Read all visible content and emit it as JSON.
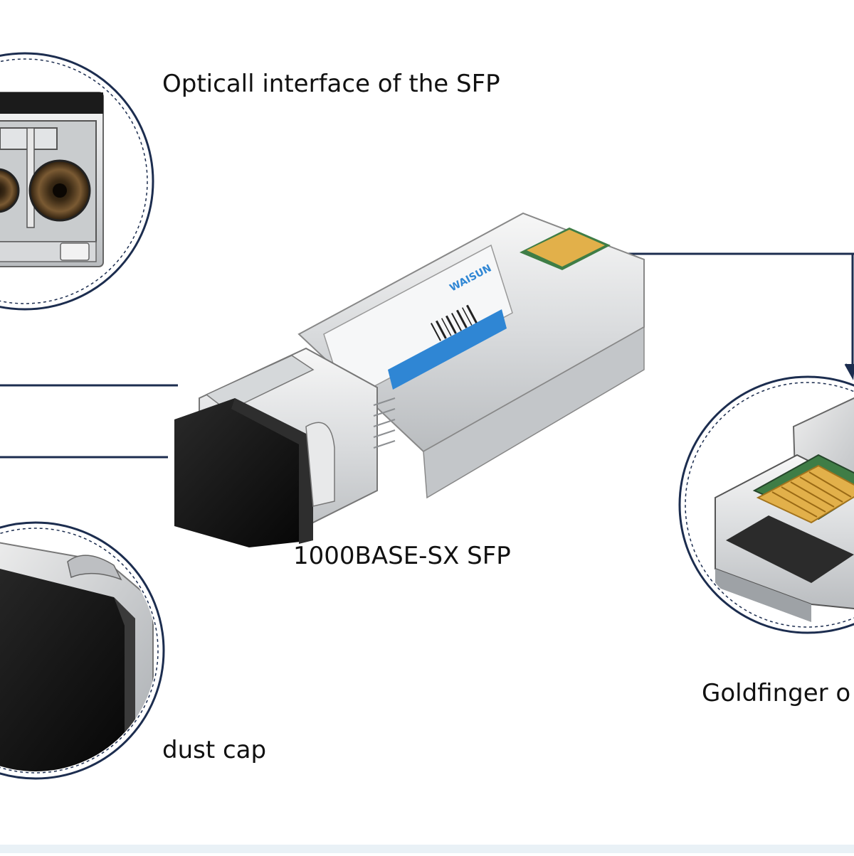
{
  "labels": {
    "optical_interface": "Opticall interface of the SFP",
    "center_module": "1000BASE-SX SFP",
    "goldfinger": "Goldfinger o",
    "dust_cap": "dust cap"
  },
  "module_brand": "WAISUN",
  "colors": {
    "connector_line": "#1c2d4f",
    "circle_outline": "#1c2d4f",
    "label_accent": "#2f86d4",
    "goldfinger": "#e2b04a",
    "pcb_green": "#3f7d46",
    "dust_cap": "#111111"
  }
}
